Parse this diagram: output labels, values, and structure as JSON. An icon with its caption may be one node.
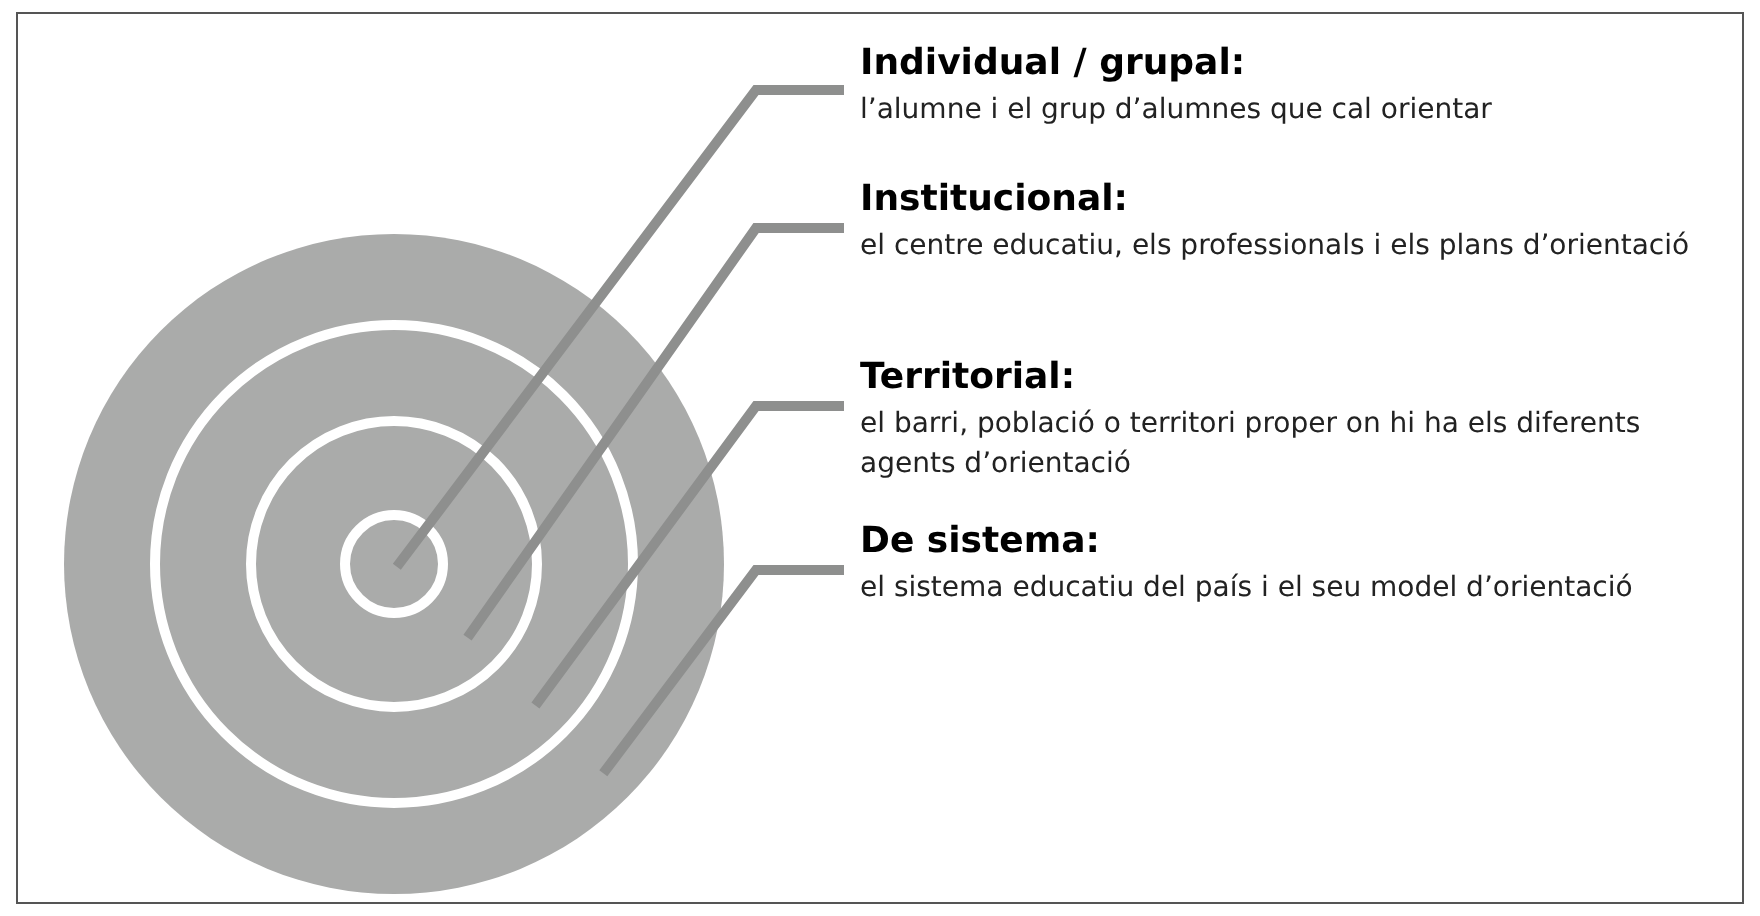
{
  "diagram": {
    "nodes": [
      {
        "text": [
          "Individual / grupal:",
          "l’alumne i el grup d’alumnes que cal orientar"
        ]
      },
      {
        "text": [
          "Institucional:",
          "el centre educatiu, els professionals i els plans d’orientació"
        ]
      },
      {
        "text": [
          "Territorial:",
          "el barri, població o territori proper on hi ha els diferents agents d’orientació"
        ]
      },
      {
        "text": [
          "De sistema:",
          "el sistema educatiu del país i el seu model d’orientació"
        ]
      },
      {
        "text": [],
        "shape": "circle"
      },
      {
        "text": [],
        "shape": "circle",
        "in": 4
      },
      {
        "text": [],
        "shape": "circle",
        "in": 5
      },
      {
        "text": [],
        "shape": "circle",
        "in": 6
      }
    ],
    "edges": [
      {
        "from": 0,
        "to": 7,
        "arrow": "none"
      },
      {
        "from": 1,
        "to": 6,
        "arrow": "none"
      },
      {
        "from": 2,
        "to": 5,
        "arrow": "none"
      },
      {
        "from": 3,
        "to": 4,
        "arrow": "none"
      }
    ]
  }
}
